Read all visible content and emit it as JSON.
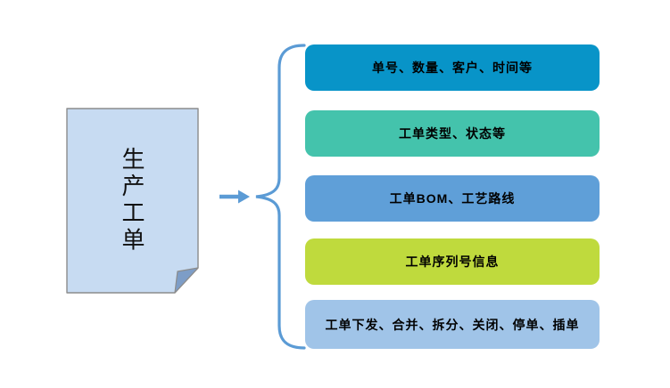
{
  "diagram": {
    "background": "#ffffff",
    "source": {
      "label": "生产工单",
      "fill": "#c7dbf2",
      "stroke": "#8c8c8c",
      "fold_fill": "#7d9dc7"
    },
    "connector": {
      "color": "#5b9bd5",
      "arrow_icon": "right-arrow",
      "brace_icon": "left-curly-brace"
    },
    "branches": [
      {
        "label": "单号、数量、客户、时间等",
        "fill": "#0894c8",
        "text_color": "#000000"
      },
      {
        "label": "工单类型、状态等",
        "fill": "#44c3ac",
        "text_color": "#000000"
      },
      {
        "label": "工单BOM、工艺路线",
        "fill": "#5f9fd8",
        "text_color": "#000000"
      },
      {
        "label": "工单序列号信息",
        "fill": "#bfda3d",
        "text_color": "#000000"
      },
      {
        "label": "工单下发、合并、拆分、关闭、停单、插单",
        "fill": "#a0c4e8",
        "text_color": "#000000"
      }
    ]
  }
}
